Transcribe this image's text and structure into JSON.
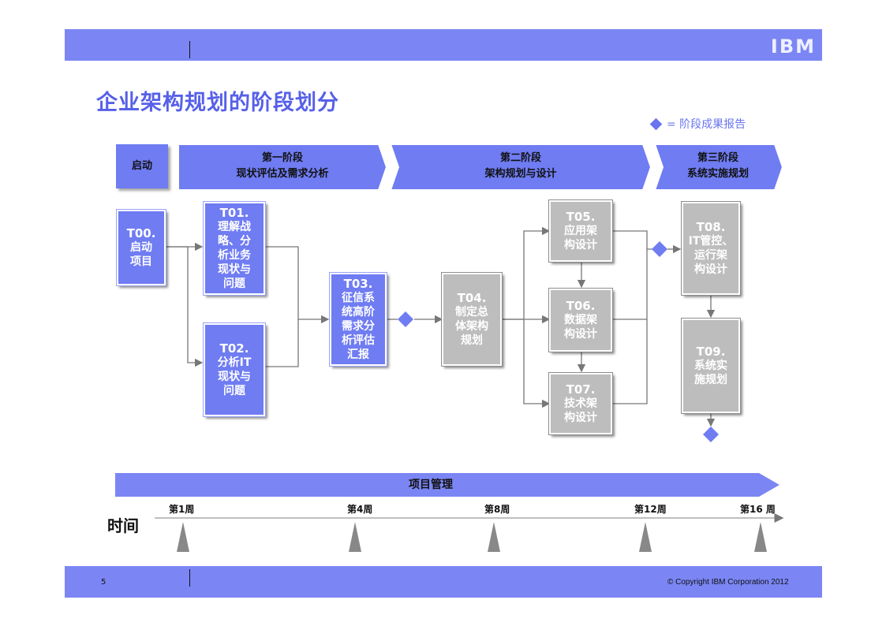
{
  "header": {
    "logo": "IBM"
  },
  "title": "企业架构规划的阶段划分",
  "legend": {
    "label": "= 阶段成果报告"
  },
  "stages": {
    "start": "启动",
    "phase1": {
      "line1": "第一阶段",
      "line2": "现状评估及需求分析"
    },
    "phase2": {
      "line1": "第二阶段",
      "line2": "架构规划与设计"
    },
    "phase3": {
      "line1": "第三阶段",
      "line2": "系统实施规划"
    }
  },
  "tasks": {
    "t00": {
      "code": "T00.",
      "text": "启动\n项目"
    },
    "t01": {
      "code": "T01.",
      "text": "理解战\n略、分\n析业务\n现状与\n问题"
    },
    "t02": {
      "code": "T02.",
      "text": "分析IT\n现状与\n问题"
    },
    "t03": {
      "code": "T03.",
      "text": "征信系\n统高阶\n需求分\n析评估\n汇报"
    },
    "t04": {
      "code": "T04.",
      "text": "制定总\n体架构\n规划"
    },
    "t05": {
      "code": "T05.",
      "text": "应用架\n构设计"
    },
    "t06": {
      "code": "T06.",
      "text": "数据架\n构设计"
    },
    "t07": {
      "code": "T07.",
      "text": "技术架\n构设计"
    },
    "t08": {
      "code": "T08.",
      "text": "IT管控、\n运行架\n构设计"
    },
    "t09": {
      "code": "T09.",
      "text": "系统实\n施规划"
    }
  },
  "project_management": "项目管理",
  "timeline": {
    "label": "时间",
    "weeks": [
      "第1周",
      "第4周",
      "第8周",
      "第12周",
      "第16 周"
    ]
  },
  "footer": {
    "page": "5",
    "copyright": "© Copyright IBM Corporation 2012"
  },
  "colors": {
    "accent": "#7b86f4",
    "title": "#5660e8",
    "task_blue": "#6f7cf2",
    "task_gray": "#bdbdbd"
  }
}
